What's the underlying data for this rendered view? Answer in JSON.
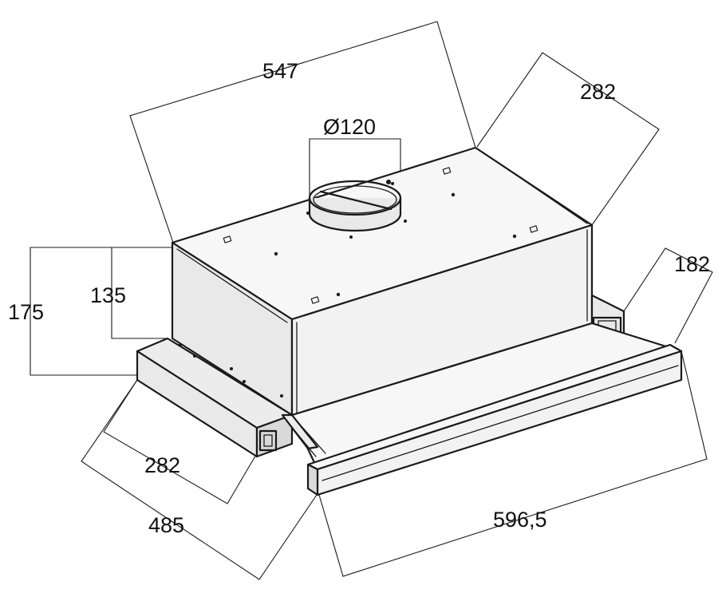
{
  "diagram": {
    "dimensions": {
      "width_top": "547",
      "depth_top": "282",
      "duct_diameter": "Ø120",
      "depth_extension": "182",
      "height_total": "175",
      "height_body": "135",
      "depth_bottom": "282",
      "depth_total": "485",
      "width_front": "596,5"
    }
  }
}
